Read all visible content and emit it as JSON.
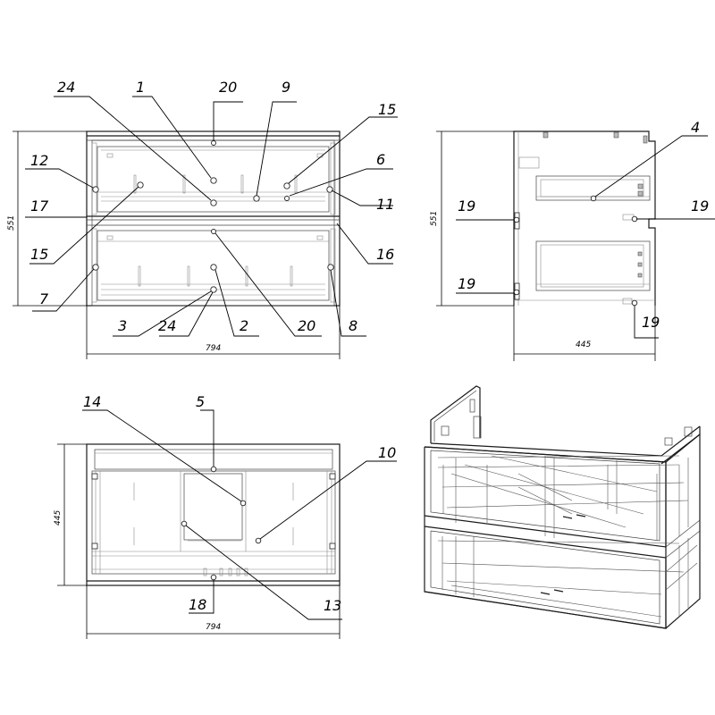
{
  "dimensions": {
    "width": "794",
    "height": "551",
    "depth": "445",
    "side_height": "551",
    "top_depth": "445",
    "top_width": "794"
  },
  "front_view": {
    "callouts": [
      "1",
      "2",
      "3",
      "6",
      "7",
      "8",
      "9",
      "11",
      "12",
      "15",
      "15",
      "16",
      "17",
      "20",
      "20",
      "24",
      "24"
    ]
  },
  "side_view": {
    "callouts": [
      "4",
      "19",
      "19",
      "19",
      "19"
    ]
  },
  "top_view": {
    "callouts": [
      "5",
      "10",
      "13",
      "14",
      "18"
    ]
  }
}
